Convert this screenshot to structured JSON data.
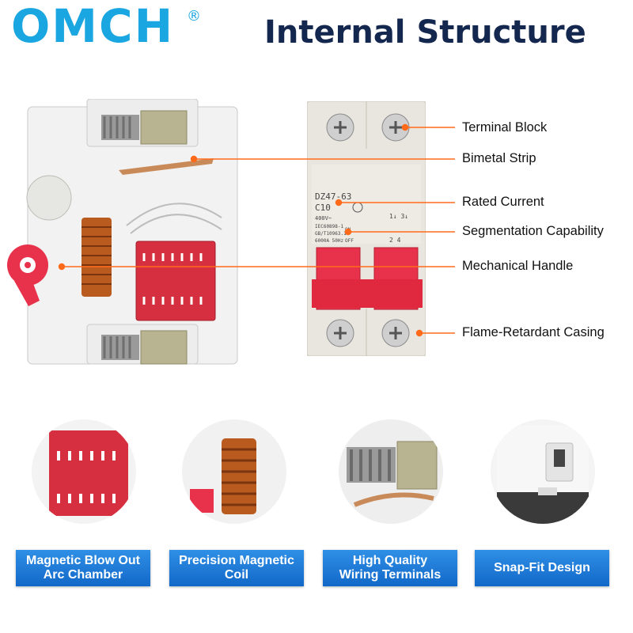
{
  "brand": {
    "name": "OMCH",
    "registered": "®"
  },
  "title": "Internal Structure",
  "callouts": [
    "Terminal Block",
    "Bimetal Strip",
    "Rated Current",
    "Segmentation Capability",
    "Mechanical Handle",
    "Flame-Retardant Casing"
  ],
  "breaker_labels": {
    "model": "DZ47-63",
    "rating": "C10",
    "voltage": "400V~",
    "standard1": "IEC60898-1",
    "standard2": "GB/T10963.1",
    "capacity": "6000A 50Hz",
    "on": "ON",
    "off": "OFF",
    "poles_top": "1↓ 3↓",
    "poles_bottom": "2 4"
  },
  "features": [
    {
      "line1": "Magnetic Blow Out",
      "line2": "Arc Chamber"
    },
    {
      "line1": "Precision Magnetic",
      "line2": "Coil"
    },
    {
      "line1": "High Quality",
      "line2": "Wiring Terminals"
    },
    {
      "line1": "Snap-Fit Design",
      "line2": ""
    }
  ],
  "colors": {
    "brand": "#1aa6e0",
    "title": "#14274e",
    "accent": "#ff6a1a",
    "button": "#1a78d6",
    "handle": "#e8314a"
  }
}
